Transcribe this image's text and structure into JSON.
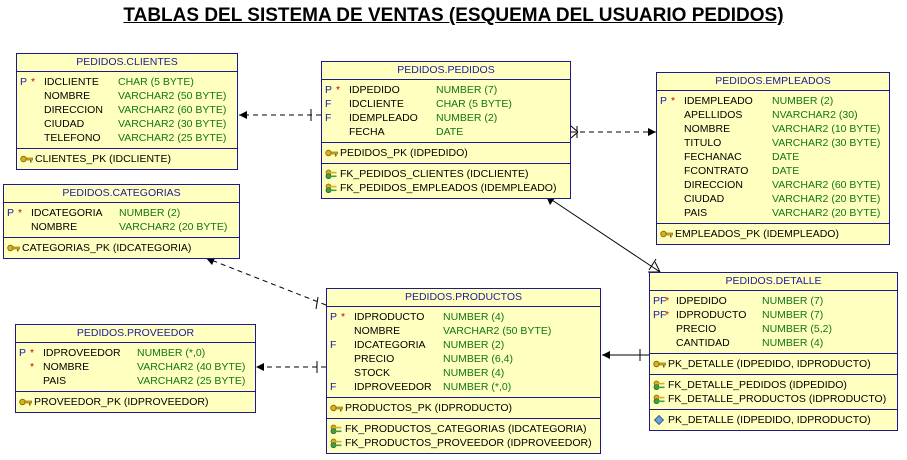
{
  "title": "TABLAS DEL SISTEMA DE VENTAS (ESQUEMA DEL USUARIO PEDIDOS)",
  "tables": {
    "clientes": {
      "name": "PEDIDOS.CLIENTES",
      "cols": [
        {
          "flag": "P",
          "req": "*",
          "name": "IDCLIENTE",
          "type": "CHAR (5 BYTE)"
        },
        {
          "flag": "",
          "req": "",
          "name": "NOMBRE",
          "type": "VARCHAR2 (50 BYTE)"
        },
        {
          "flag": "",
          "req": "",
          "name": "DIRECCION",
          "type": "VARCHAR2 (60 BYTE)"
        },
        {
          "flag": "",
          "req": "",
          "name": "CIUDAD",
          "type": "VARCHAR2 (30 BYTE)"
        },
        {
          "flag": "",
          "req": "",
          "name": "TELEFONO",
          "type": "VARCHAR2 (25 BYTE)"
        }
      ],
      "pk": "CLIENTES_PK (IDCLIENTE)"
    },
    "pedidos": {
      "name": "PEDIDOS.PEDIDOS",
      "cols": [
        {
          "flag": "P",
          "req": "*",
          "name": "IDPEDIDO",
          "type": "NUMBER (7)"
        },
        {
          "flag": "F",
          "req": "",
          "name": "IDCLIENTE",
          "type": "CHAR (5 BYTE)"
        },
        {
          "flag": "F",
          "req": "",
          "name": "IDEMPLEADO",
          "type": "NUMBER (2)"
        },
        {
          "flag": "",
          "req": "",
          "name": "FECHA",
          "type": "DATE"
        }
      ],
      "pk": "PEDIDOS_PK (IDPEDIDO)",
      "fks": [
        "FK_PEDIDOS_CLIENTES (IDCLIENTE)",
        "FK_PEDIDOS_EMPLEADOS (IDEMPLEADO)"
      ]
    },
    "empleados": {
      "name": "PEDIDOS.EMPLEADOS",
      "cols": [
        {
          "flag": "P",
          "req": "*",
          "name": "IDEMPLEADO",
          "type": "NUMBER (2)"
        },
        {
          "flag": "",
          "req": "",
          "name": "APELLIDOS",
          "type": "NVARCHAR2 (30)"
        },
        {
          "flag": "",
          "req": "",
          "name": "NOMBRE",
          "type": "VARCHAR2 (10 BYTE)"
        },
        {
          "flag": "",
          "req": "",
          "name": "TITULO",
          "type": "VARCHAR2 (30 BYTE)"
        },
        {
          "flag": "",
          "req": "",
          "name": "FECHANAC",
          "type": "DATE"
        },
        {
          "flag": "",
          "req": "",
          "name": "FCONTRATO",
          "type": "DATE"
        },
        {
          "flag": "",
          "req": "",
          "name": "DIRECCION",
          "type": "VARCHAR2 (60 BYTE)"
        },
        {
          "flag": "",
          "req": "",
          "name": "CIUDAD",
          "type": "VARCHAR2 (20 BYTE)"
        },
        {
          "flag": "",
          "req": "",
          "name": "PAIS",
          "type": "VARCHAR2 (20 BYTE)"
        }
      ],
      "pk": "EMPLEADOS_PK (IDEMPLEADO)"
    },
    "categorias": {
      "name": "PEDIDOS.CATEGORIAS",
      "cols": [
        {
          "flag": "P",
          "req": "*",
          "name": "IDCATEGORIA",
          "type": "NUMBER (2)"
        },
        {
          "flag": "",
          "req": "",
          "name": "NOMBRE",
          "type": "VARCHAR2 (20 BYTE)"
        }
      ],
      "pk": "CATEGORIAS_PK (IDCATEGORIA)"
    },
    "proveedor": {
      "name": "PEDIDOS.PROVEEDOR",
      "cols": [
        {
          "flag": "P",
          "req": "*",
          "name": "IDPROVEEDOR",
          "type": "NUMBER (*,0)"
        },
        {
          "flag": "",
          "req": "*",
          "name": "NOMBRE",
          "type": "VARCHAR2 (40 BYTE)"
        },
        {
          "flag": "",
          "req": "",
          "name": "PAIS",
          "type": "VARCHAR2 (25 BYTE)"
        }
      ],
      "pk": "PROVEEDOR_PK (IDPROVEEDOR)"
    },
    "productos": {
      "name": "PEDIDOS.PRODUCTOS",
      "cols": [
        {
          "flag": "P",
          "req": "*",
          "name": "IDPRODUCTO",
          "type": "NUMBER (4)"
        },
        {
          "flag": "",
          "req": "",
          "name": "NOMBRE",
          "type": "VARCHAR2 (50 BYTE)"
        },
        {
          "flag": "F",
          "req": "",
          "name": "IDCATEGORIA",
          "type": "NUMBER (2)"
        },
        {
          "flag": "",
          "req": "",
          "name": "PRECIO",
          "type": "NUMBER (6,4)"
        },
        {
          "flag": "",
          "req": "",
          "name": "STOCK",
          "type": "NUMBER (4)"
        },
        {
          "flag": "F",
          "req": "",
          "name": "IDPROVEEDOR",
          "type": "NUMBER (*,0)"
        }
      ],
      "pk": "PRODUCTOS_PK (IDPRODUCTO)",
      "fks": [
        "FK_PRODUCTOS_CATEGORIAS (IDCATEGORIA)",
        "FK_PRODUCTOS_PROVEEDOR (IDPROVEEDOR)"
      ]
    },
    "detalle": {
      "name": "PEDIDOS.DETALLE",
      "cols": [
        {
          "flag": "PF",
          "req": "*",
          "name": "IDPEDIDO",
          "type": "NUMBER (7)"
        },
        {
          "flag": "PF",
          "req": "*",
          "name": "IDPRODUCTO",
          "type": "NUMBER (7)"
        },
        {
          "flag": "",
          "req": "",
          "name": "PRECIO",
          "type": "NUMBER (5,2)"
        },
        {
          "flag": "",
          "req": "",
          "name": "CANTIDAD",
          "type": "NUMBER (4)"
        }
      ],
      "pk": "PK_DETALLE (IDPEDIDO, IDPRODUCTO)",
      "fks": [
        "FK_DETALLE_PEDIDOS (IDPEDIDO)",
        "FK_DETALLE_PRODUCTOS (IDPRODUCTO)"
      ],
      "unique": "PK_DETALLE (IDPEDIDO, IDPRODUCTO)"
    }
  }
}
